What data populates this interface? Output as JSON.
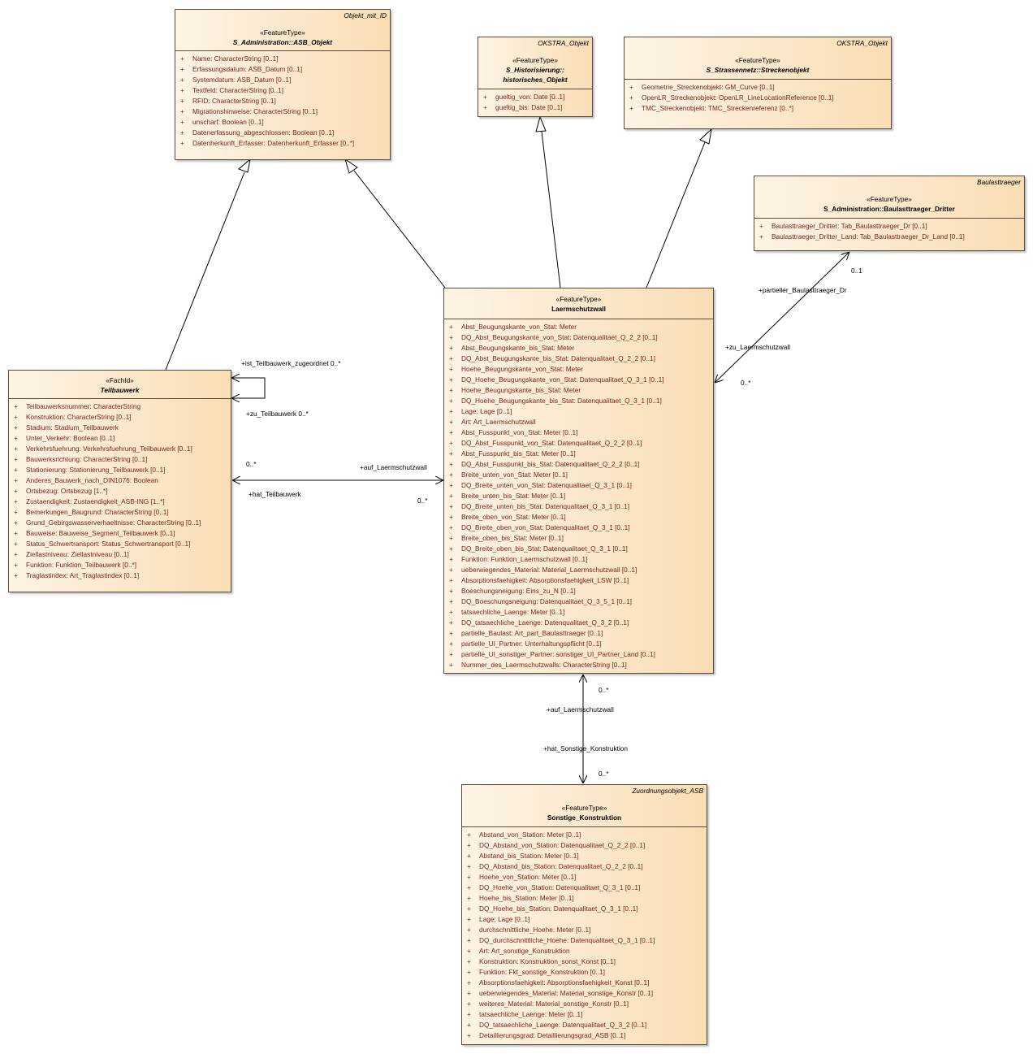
{
  "classes": {
    "asb_objekt": {
      "parent": "Objekt_mit_ID",
      "stereotype": "«FeatureType»",
      "name": "S_Administration::ASB_Objekt",
      "attributes": [
        {
          "vis": "+",
          "text": "Name: CharacterString [0..1]"
        },
        {
          "vis": "+",
          "text": "Erfassungsdatum: ASB_Datum [0..1]"
        },
        {
          "vis": "+",
          "text": "Systemdatum: ASB_Datum [0..1]"
        },
        {
          "vis": "+",
          "text": "Textfeld: CharacterString [0..1]"
        },
        {
          "vis": "+",
          "text": "RFID: CharacterString [0..1]"
        },
        {
          "vis": "+",
          "text": "Migrationshinweise: CharacterString [0..1]"
        },
        {
          "vis": "+",
          "text": "unscharf: Boolean [0..1]"
        },
        {
          "vis": "+",
          "text": "Datenerfassung_abgeschlossen: Boolean [0..1]"
        },
        {
          "vis": "+",
          "text": "Datenherkunft_Erfasser: Datenherkunft_Erfasser [0..*]"
        }
      ]
    },
    "historisches_objekt": {
      "parent": "OKSTRA_Objekt",
      "stereotype": "«FeatureType»",
      "name_line1": "S_Historisierung::",
      "name_line2": "historisches_Objekt",
      "attributes": [
        {
          "vis": "+",
          "text": "gueltig_von: Date [0..1]"
        },
        {
          "vis": "+",
          "text": "gueltig_bis: Date [0..1]"
        }
      ]
    },
    "streckenobjekt": {
      "parent": "OKSTRA_Objekt",
      "stereotype": "«FeatureType»",
      "name": "S_Strassennetz::Streckenobjekt",
      "attributes": [
        {
          "vis": "+",
          "text": "Geometrie_Streckenobjekt: GM_Curve [0..1]"
        },
        {
          "vis": "+",
          "text": "OpenLR_Streckenobjekt: OpenLR_LineLocationReference [0..1]"
        },
        {
          "vis": "+",
          "text": "TMC_Streckenobjekt: TMC_Streckenreferenz [0..*]"
        }
      ]
    },
    "baulasttraeger_dritter": {
      "parent": "Baulasttraeger",
      "stereotype": "«FeatureType»",
      "name": "S_Administration::Baulasttraeger_Dritter",
      "attributes": [
        {
          "vis": "+",
          "text": "Baulasttraeger_Dritter: Tab_Baulasttraeger_Dr [0..1]"
        },
        {
          "vis": "+",
          "text": "Baulasttraeger_Dritter_Land: Tab_Baulasttraeger_Dr_Land [0..1]"
        }
      ]
    },
    "teilbauwerk": {
      "stereotype": "«FachId»",
      "name": "Teilbauwerk",
      "attributes": [
        {
          "vis": "+",
          "text": "Teilbauwerksnummer: CharacterString"
        },
        {
          "vis": "+",
          "text": "Konstruktion: CharacterString [0..1]"
        },
        {
          "vis": "+",
          "text": "Stadium: Stadium_Teilbauwerk"
        },
        {
          "vis": "+",
          "text": "Unter_Verkehr: Boolean [0..1]"
        },
        {
          "vis": "+",
          "text": "Verkehrsfuehrung: Verkehrsfuehrung_Teilbauwerk [0..1]"
        },
        {
          "vis": "+",
          "text": "Bauwerksrichtung: CharacterString [0..1]"
        },
        {
          "vis": "+",
          "text": "Stationierung: Stationierung_Teilbauwerk [0..1]"
        },
        {
          "vis": "+",
          "text": "Anderes_Bauwerk_nach_DIN1076: Boolean"
        },
        {
          "vis": "+",
          "text": "Ortsbezug: Ortsbezug [1..*]"
        },
        {
          "vis": "+",
          "text": "Zustaendigkeit: Zustaendigkeit_ASB-ING [1..*]"
        },
        {
          "vis": "+",
          "text": "Bemerkungen_Baugrund: CharacterString [0..1]"
        },
        {
          "vis": "+",
          "text": "Grund_Gebirgswasserverhaeltnisse: CharacterString [0..1]"
        },
        {
          "vis": "+",
          "text": "Bauweise: Bauweise_Segment_Teilbauwerk [0..1]"
        },
        {
          "vis": "+",
          "text": "Status_Schwertransport: Status_Schwertransport [0..1]"
        },
        {
          "vis": "+",
          "text": "Ziellastniveau: Ziellastniveau [0..1]"
        },
        {
          "vis": "+",
          "text": "Funktion: Funktion_Teilbauwerk [0..*]"
        },
        {
          "vis": "+",
          "text": "Traglastindex: Art_Traglastindex [0..1]"
        }
      ]
    },
    "laermschutzwall": {
      "stereotype": "«FeatureType»",
      "name": "Laermschutzwall",
      "attributes": [
        {
          "vis": "+",
          "text": "Abst_Beugungskante_von_Stat: Meter"
        },
        {
          "vis": "+",
          "text": "DQ_Abst_Beugungskante_von_Stat: Datenqualitaet_Q_2_2 [0..1]"
        },
        {
          "vis": "+",
          "text": "Abst_Beugungskante_bis_Stat: Meter"
        },
        {
          "vis": "+",
          "text": "DQ_Abst_Beugungskante_bis_Stat: Datenqualitaet_Q_2_2 [0..1]"
        },
        {
          "vis": "+",
          "text": "Hoehe_Beugungskante_von_Stat: Meter"
        },
        {
          "vis": "+",
          "text": "DQ_Hoehe_Beugungskante_von_Stat: Datenqualitaet_Q_3_1 [0..1]"
        },
        {
          "vis": "+",
          "text": "Hoehe_Beugungskante_bis_Stat: Meter"
        },
        {
          "vis": "+",
          "text": "DQ_Hoehe_Beugungskante_bis_Stat: Datenqualitaet_Q_3_1 [0..1]"
        },
        {
          "vis": "+",
          "text": "Lage: Lage [0..1]"
        },
        {
          "vis": "+",
          "text": "Art: Art_Laermschutzwall"
        },
        {
          "vis": "+",
          "text": "Abst_Fusspunkt_von_Stat: Meter [0..1]"
        },
        {
          "vis": "+",
          "text": "DQ_Abst_Fusspunkt_von_Stat: Datenqualitaet_Q_2_2 [0..1]"
        },
        {
          "vis": "+",
          "text": "Abst_Fusspunkt_bis_Stat: Meter [0..1]"
        },
        {
          "vis": "+",
          "text": "DQ_Abst_Fusspunkt_bis_Stat: Datenqualitaet_Q_2_2 [0..1]"
        },
        {
          "vis": "+",
          "text": "Breite_unten_von_Stat: Meter [0..1]"
        },
        {
          "vis": "+",
          "text": "DQ_Breite_unten_von_Stat: Datenqualitaet_Q_3_1 [0..1]"
        },
        {
          "vis": "+",
          "text": "Breite_unten_bis_Stat: Meter [0..1]"
        },
        {
          "vis": "+",
          "text": "DQ_Breite_unten_bis_Stat: Datenqualitaet_Q_3_1 [0..1]"
        },
        {
          "vis": "+",
          "text": "Breite_oben_von_Stat: Meter [0..1]"
        },
        {
          "vis": "+",
          "text": "DQ_Breite_oben_von_Stat: Datenqualitaet_Q_3_1 [0..1]"
        },
        {
          "vis": "+",
          "text": "Breite_oben_bis_Stat: Meter [0..1]"
        },
        {
          "vis": "+",
          "text": "DQ_Breite_oben_bis_Stat: Datenqualitaet_Q_3_1 [0..1]"
        },
        {
          "vis": "+",
          "text": "Funktion: Funktion_Laermschutzwall [0..1]"
        },
        {
          "vis": "+",
          "text": "ueberwiegendes_Material: Material_Laermschutzwall [0..1]"
        },
        {
          "vis": "+",
          "text": "Absorptionsfaehigkeit: Absorptionsfaehigkeit_LSW [0..1]"
        },
        {
          "vis": "+",
          "text": "Boeschungsneigung: Eins_zu_N [0..1]"
        },
        {
          "vis": "+",
          "text": "DQ_Boeschungsneigung: Datenqualitaet_Q_3_5_1 [0..1]"
        },
        {
          "vis": "+",
          "text": "tatsaechliche_Laenge: Meter [0..1]"
        },
        {
          "vis": "+",
          "text": "DQ_tatsaechliche_Laenge: Datenqualitaet_Q_3_2 [0..1]"
        },
        {
          "vis": "+",
          "text": "partielle_Baulast: Art_part_Baulasttraeger [0..1]"
        },
        {
          "vis": "+",
          "text": "partielle_UI_Partner: Unterhaltungspflicht [0..1]"
        },
        {
          "vis": "+",
          "text": "partielle_UI_sonstiger_Partner: sonstiger_UI_Partner_Land [0..1]"
        },
        {
          "vis": "+",
          "text": "Nummer_des_Laermschutzwalls: CharacterString [0..1]"
        }
      ]
    },
    "sonstige_konstruktion": {
      "parent": "Zuordnungsobjekt_ASB",
      "stereotype": "«FeatureType»",
      "name": "Sonstige_Konstruktion",
      "attributes": [
        {
          "vis": "+",
          "text": "Abstand_von_Station: Meter [0..1]"
        },
        {
          "vis": "+",
          "text": "DQ_Abstand_von_Station: Datenqualitaet_Q_2_2 [0..1]"
        },
        {
          "vis": "+",
          "text": "Abstand_bis_Station: Meter [0..1]"
        },
        {
          "vis": "+",
          "text": "DQ_Abstand_bis_Station: Datenqualitaet_Q_2_2 [0..1]"
        },
        {
          "vis": "+",
          "text": "Hoehe_von_Station: Meter [0..1]"
        },
        {
          "vis": "+",
          "text": "DQ_Hoehe_von_Station: Datenqualitaet_Q_3_1 [0..1]"
        },
        {
          "vis": "+",
          "text": "Hoehe_bis_Station: Meter [0..1]"
        },
        {
          "vis": "+",
          "text": "DQ_Hoehe_bis_Station: Datenqualitaet_Q_3_1 [0..1]"
        },
        {
          "vis": "+",
          "text": "Lage: Lage [0..1]"
        },
        {
          "vis": "+",
          "text": "durchschnittliche_Hoehe: Meter [0..1]"
        },
        {
          "vis": "+",
          "text": "DQ_durchschnittliche_Hoehe: Datenqualitaet_Q_3_1 [0..1]"
        },
        {
          "vis": "+",
          "text": "Art: Art_sonstige_Konstruktion"
        },
        {
          "vis": "+",
          "text": "Konstruktion: Konstruktion_sonst_Konst [0..1]"
        },
        {
          "vis": "+",
          "text": "Funktion: Fkt_sonstige_Konstruktion [0..1]"
        },
        {
          "vis": "+",
          "text": "Absorptionsfaehigkeit: Absorptionsfaehigkeit_Konst [0..1]"
        },
        {
          "vis": "+",
          "text": "ueberwiegendes_Material: Material_sonstige_Konstr [0..1]"
        },
        {
          "vis": "+",
          "text": "weiteres_Material: Material_sonstige_Konstr [0..1]"
        },
        {
          "vis": "+",
          "text": "tatsaechliche_Laenge: Meter [0..1]"
        },
        {
          "vis": "+",
          "text": "DQ_tatsaechliche_Laenge: Datenqualitaet_Q_3_2 [0..1]"
        },
        {
          "vis": "+",
          "text": "Detaillierungsgrad: Detaillierungsgrad_ASB [0..1]"
        }
      ]
    }
  },
  "connector_labels": {
    "self_role": "+ist_Teilbauwerk_zugeordnet 0..*",
    "self_role2": "+zu_Teilbauwerk 0..*",
    "tb_mult": "0..*",
    "tb_role_auf": "+auf_Laermschutzwall",
    "tb_role_hat": "+hat_Teilbauwerk",
    "lsw_mult_left": "0..*",
    "bl_mult": "0..1",
    "bl_role": "+partieller_Baulasttraeger_Dr",
    "bl_role_zu": "+zu_Laermschutzwall",
    "bl_mult_lsw": "0..*",
    "sk_mult_top": "0..*",
    "sk_role_auf": "+auf_Laermschutzwall",
    "sk_role_hat": "+hat_Sonstige_Konstruktion",
    "sk_mult_bottom": "0..*"
  },
  "colors": {
    "box_light": "#fdf4e6",
    "box_dark": "#f9ddb4",
    "border": "#5a4a36",
    "attribute_text": "#7a1f15"
  }
}
